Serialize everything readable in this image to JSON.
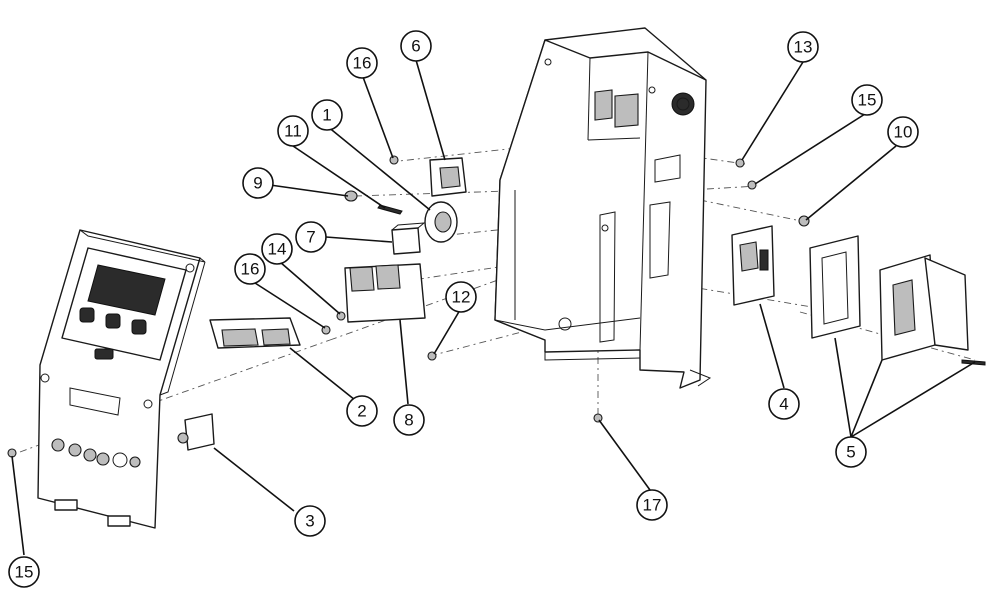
{
  "diagram": {
    "callouts": [
      {
        "id": "c1",
        "label": "1"
      },
      {
        "id": "c2",
        "label": "2"
      },
      {
        "id": "c3",
        "label": "3"
      },
      {
        "id": "c4",
        "label": "4"
      },
      {
        "id": "c5",
        "label": "5"
      },
      {
        "id": "c6",
        "label": "6"
      },
      {
        "id": "c7",
        "label": "7"
      },
      {
        "id": "c8",
        "label": "8"
      },
      {
        "id": "c9",
        "label": "9"
      },
      {
        "id": "c10",
        "label": "10"
      },
      {
        "id": "c11",
        "label": "11"
      },
      {
        "id": "c12",
        "label": "12"
      },
      {
        "id": "c13",
        "label": "13"
      },
      {
        "id": "c14",
        "label": "14"
      },
      {
        "id": "c15a",
        "label": "15"
      },
      {
        "id": "c15b",
        "label": "15"
      },
      {
        "id": "c16a",
        "label": "16"
      },
      {
        "id": "c16b",
        "label": "16"
      },
      {
        "id": "c17",
        "label": "17"
      }
    ]
  }
}
